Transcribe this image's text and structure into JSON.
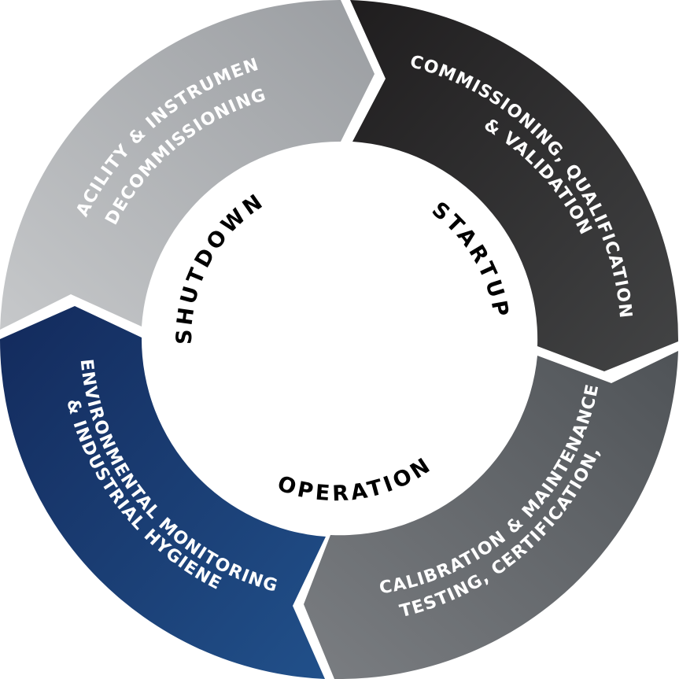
{
  "segments": [
    {
      "id": "commissioning",
      "lines": [
        "COMMISSIONING, QUALIFICATION",
        "& VALIDATION"
      ],
      "color_start": "#1f1d1e",
      "color_end": "#434445"
    },
    {
      "id": "testing",
      "lines": [
        "TESTING, CERTIFICATION,",
        "CALIBRATION & MAINTENANCE"
      ],
      "color_start": "#4f5357",
      "color_end": "#7b7e82"
    },
    {
      "id": "environmental",
      "lines": [
        "ENVIRONMENTAL MONITORING",
        "& INDUSTRIAL HYGIENE"
      ],
      "color_start": "#132a5c",
      "color_end": "#21508a"
    },
    {
      "id": "decommissioning",
      "lines": [
        "FACILITY & INSTRUMENT",
        "DECOMMISSIONING"
      ],
      "color_start": "#c6c8ca",
      "color_end": "#9a9da1"
    }
  ],
  "phases": {
    "startup": "STARTUP",
    "operation": "OPERATION",
    "shutdown": "SHUTDOWN"
  }
}
